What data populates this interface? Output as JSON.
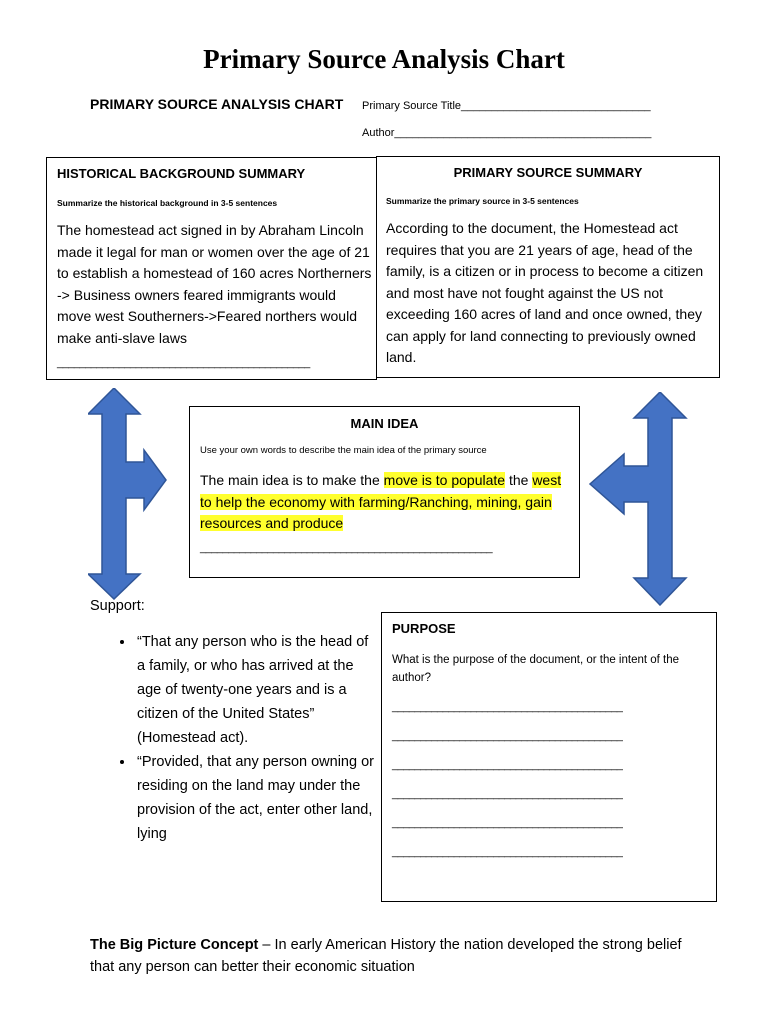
{
  "page": {
    "title": "Primary Source Analysis Chart",
    "subheading": "PRIMARY SOURCE ANALYSIS CHART",
    "source_title_label": "Primary Source Title_______________________________",
    "author_label": "Author__________________________________________"
  },
  "historical": {
    "heading": "HISTORICAL BACKGROUND SUMMARY",
    "instruction": "Summarize the historical background in 3-5 sentences",
    "text": "The homestead act signed in by Abraham Lincoln made it legal for man or women over the age of 21 to establish a homestead of 160 acres Northerners -> Business owners feared immigrants would move west  Southerners->Feared northers would make anti-slave laws",
    "blank_line": "_____________________________________________"
  },
  "primary_summary": {
    "heading": "PRIMARY SOURCE SUMMARY",
    "instruction": "Summarize the primary source in 3-5 sentences",
    "text": "According to the document, the Homestead act requires that you are 21 years of age, head of the family, is a citizen or in process to become a citizen and most have not fought against the US not exceeding 160 acres of land and once owned, they can apply for land connecting to previously owned land."
  },
  "main_idea": {
    "heading": "MAIN IDEA",
    "instruction": "Use your own words to describe the main idea of the primary source",
    "text_before": "The main idea is to make the ",
    "text_highlight_1": "move is to populate",
    "text_middle": " the ",
    "text_highlight_2": "west to help the economy with farming/Ranching, mining, gain resources and produce",
    "blank_line": "____________________________________________________"
  },
  "support": {
    "label": "Support:",
    "items": [
      "“That any person who is the head of a family, or who has arrived at the age of twenty-one years and is a citizen of the United States” (Homestead act).",
      "“Provided, that any person owning or residing on the land may under the provision of the act, enter other land, lying"
    ]
  },
  "purpose": {
    "heading": "PURPOSE",
    "instruction": "What is the purpose of the document, or the intent of the author?",
    "blank_lines": [
      "_________________________________________",
      "_________________________________________",
      "_________________________________________",
      "_________________________________________",
      "_________________________________________",
      "_________________________________________"
    ]
  },
  "big_picture": {
    "label": "The Big Picture Concept",
    "text": " – In early American History the nation developed the strong belief that any person can better their economic situation"
  },
  "colors": {
    "arrow_fill": "#4472c4",
    "arrow_stroke": "#2f5597",
    "highlight": "#ffff2e"
  },
  "icons": {
    "left_arrow": "t-shaped-arrow-right-icon",
    "right_arrow": "t-shaped-arrow-left-icon"
  }
}
